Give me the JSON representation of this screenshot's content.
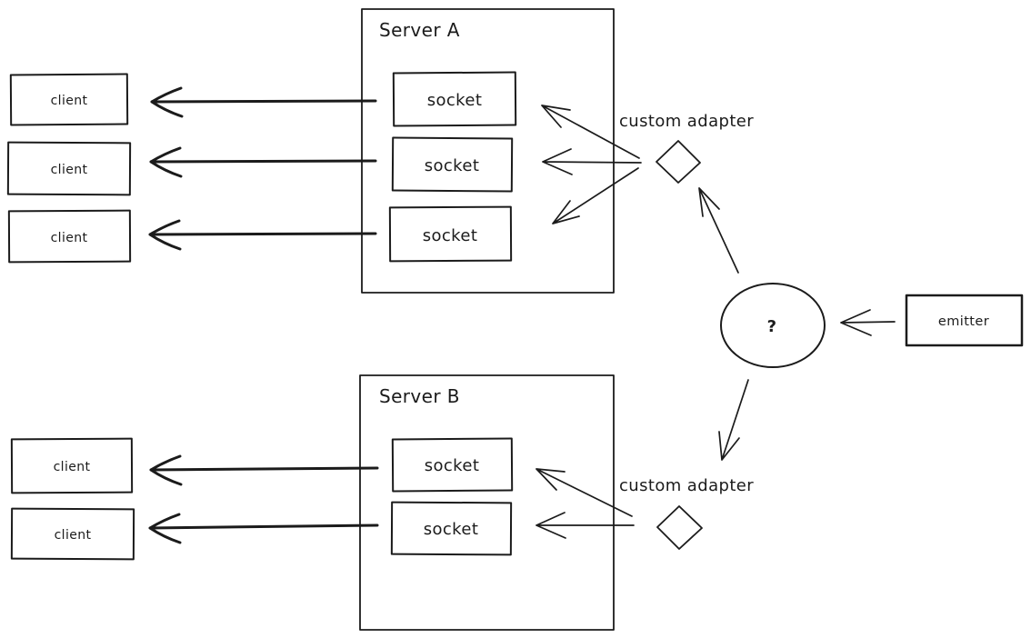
{
  "colors": {
    "stroke": "#1b1b1b",
    "background": "#ffffff"
  },
  "servers": {
    "a": {
      "title": "Server A",
      "sockets": [
        "socket",
        "socket",
        "socket"
      ]
    },
    "b": {
      "title": "Server B",
      "sockets": [
        "socket",
        "socket"
      ]
    }
  },
  "clients": {
    "top": [
      "client",
      "client",
      "client"
    ],
    "bottom": [
      "client",
      "client"
    ]
  },
  "adapters": {
    "a": {
      "label": "custom adapter"
    },
    "b": {
      "label": "custom adapter"
    }
  },
  "hub": {
    "label": "?"
  },
  "emitter": {
    "label": "emitter"
  }
}
